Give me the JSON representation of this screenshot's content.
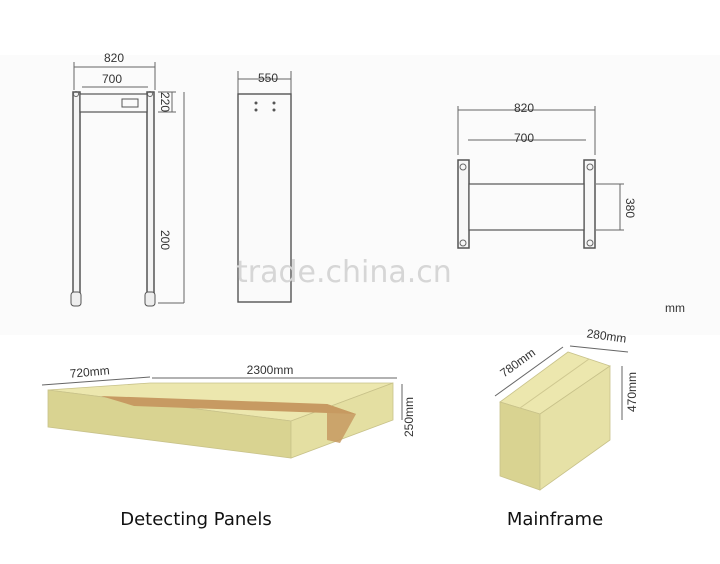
{
  "front_view": {
    "width_outer": "820",
    "width_inner": "700",
    "top_height": "220",
    "total_height": "200"
  },
  "side_view": {
    "depth": "550"
  },
  "top_view": {
    "width_outer": "820",
    "width_inner": "700",
    "depth": "380"
  },
  "unit": "mm",
  "watermark": "trade.china.cn",
  "panels_box": {
    "width": "720mm",
    "length": "2300mm",
    "height": "250mm",
    "caption": "Detecting Panels"
  },
  "mainframe_box": {
    "width": "780mm",
    "depth": "280mm",
    "height": "470mm",
    "caption": "Mainframe"
  },
  "colors": {
    "box_top": "#ece7ae",
    "box_front": "#d9d391",
    "box_side": "#e6e1a6",
    "tape": "#c79a62"
  }
}
